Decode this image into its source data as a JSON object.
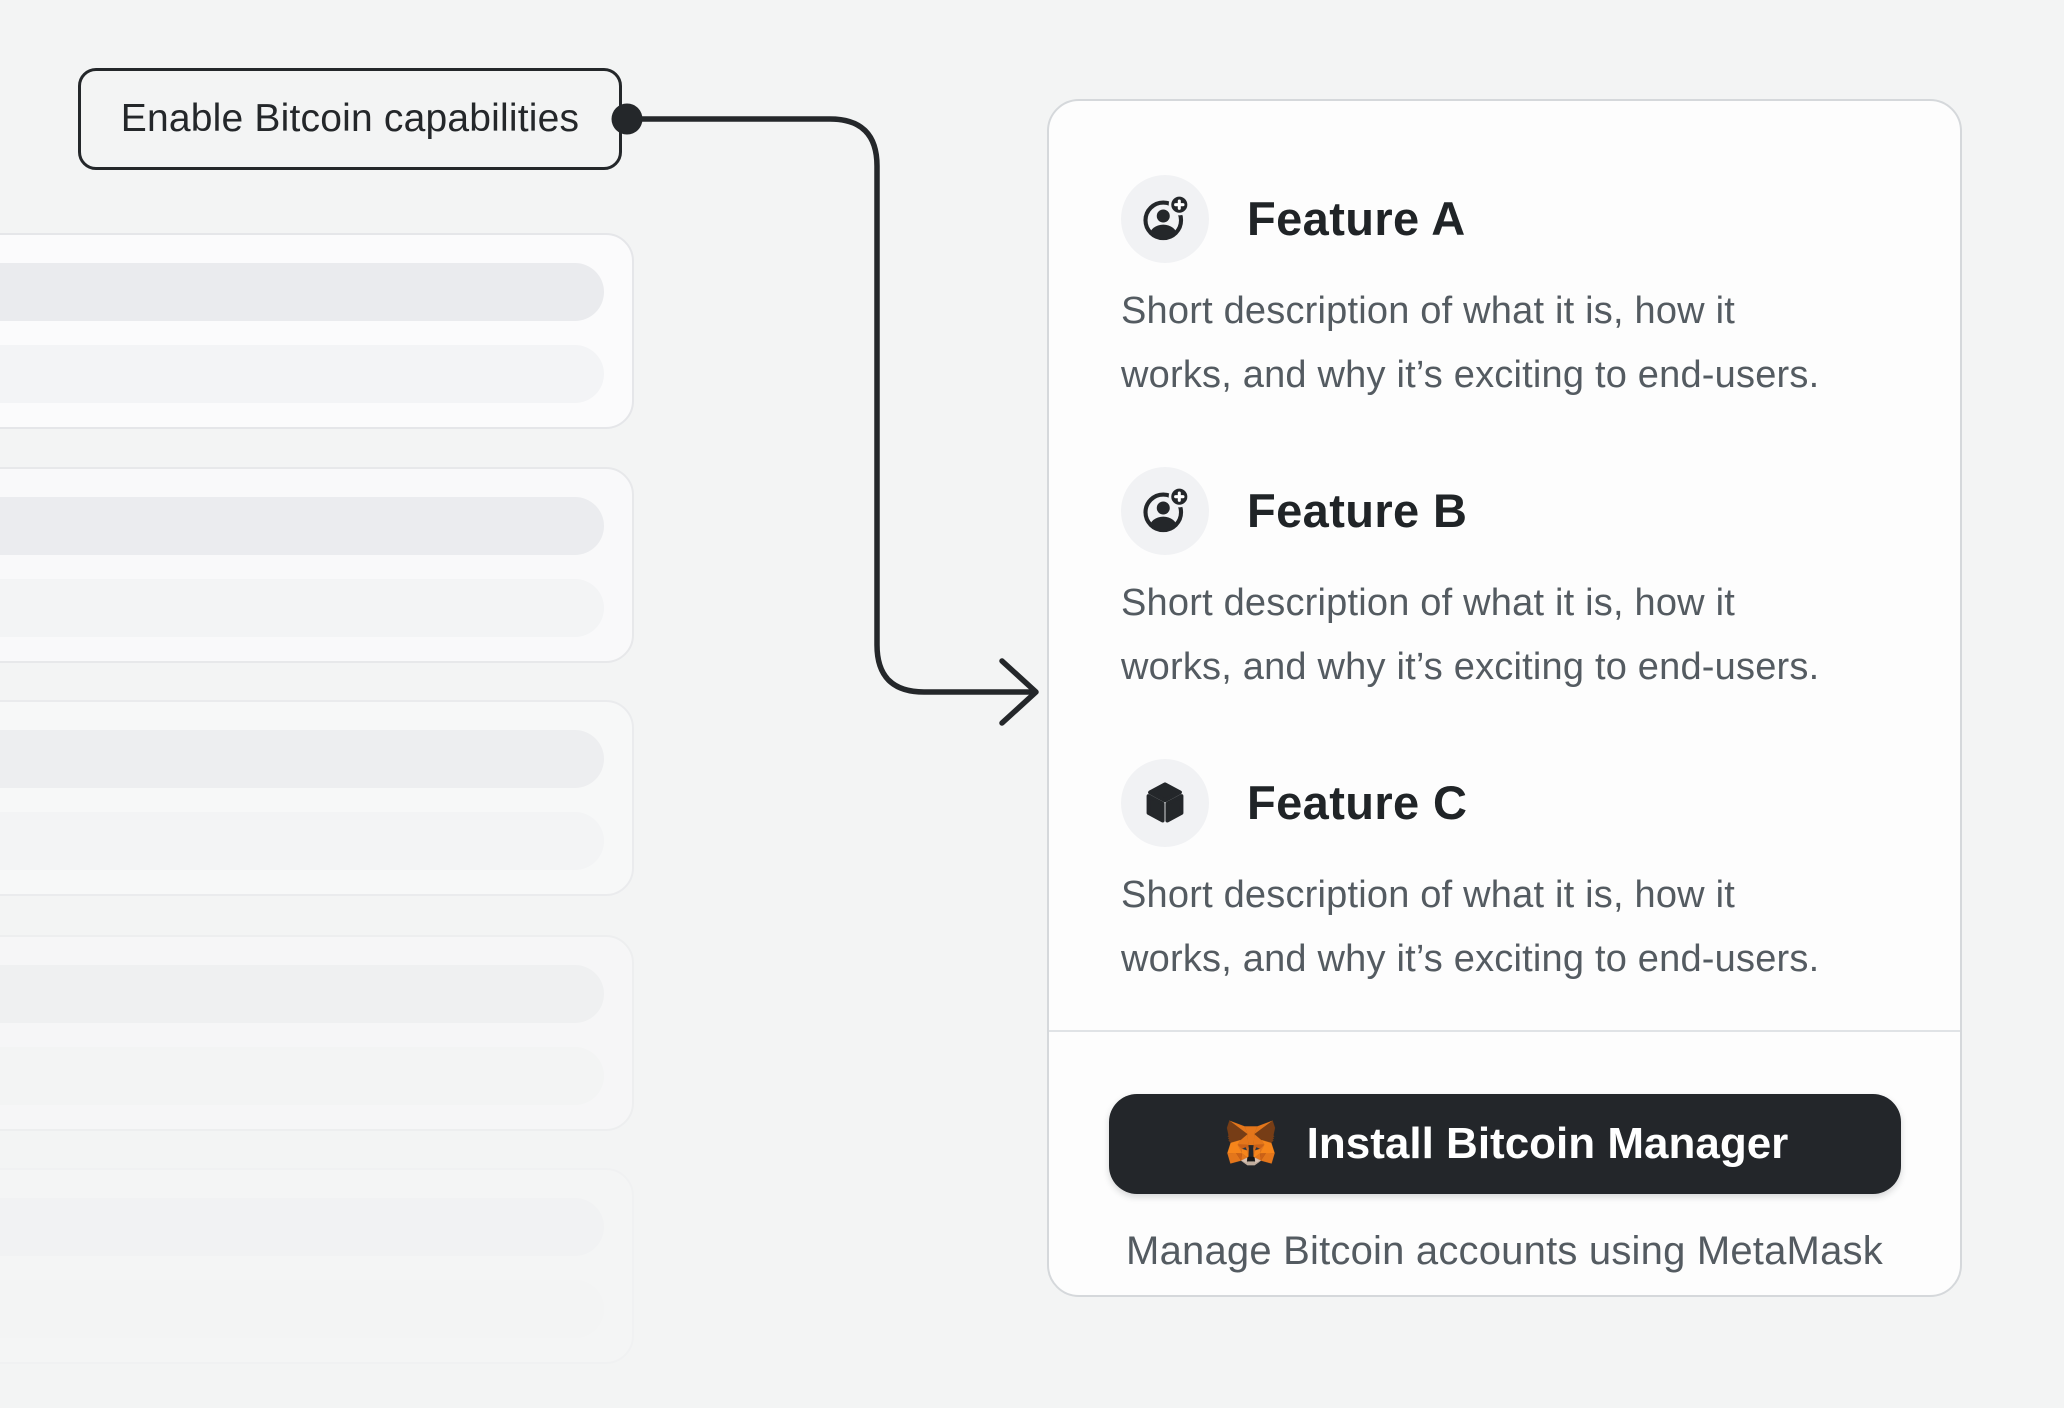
{
  "callout": {
    "label": "Enable Bitcoin capabilities"
  },
  "colors": {
    "ink": "#24272a",
    "text_secondary": "#545b61",
    "page_background": "#f3f4f4",
    "card_background": "#fdfdfd",
    "card_border": "#d5d8db",
    "icon_background": "#f1f2f4",
    "divider": "#e0e3e6",
    "button_background": "#23262a",
    "button_text": "#ffffff",
    "fox_orange": "#f6851b"
  },
  "features": [
    {
      "icon": "account-add-icon",
      "title": "Feature A",
      "description": "Short description of what it is, how it\nworks, and why it’s exciting to end-users."
    },
    {
      "icon": "account-add-icon",
      "title": "Feature B",
      "description": "Short description of what it is, how it\nworks, and why it’s exciting to end-users."
    },
    {
      "icon": "cube-icon",
      "title": "Feature C",
      "description": "Short description of what it is, how it\nworks, and why it’s exciting to end-users."
    }
  ],
  "footer": {
    "install_button_label": "Install Bitcoin Manager",
    "install_button_icon": "metamask-fox-icon",
    "caption": "Manage Bitcoin accounts using MetaMask"
  },
  "skeleton": {
    "card_count": 5,
    "lines_per_card": 2
  }
}
